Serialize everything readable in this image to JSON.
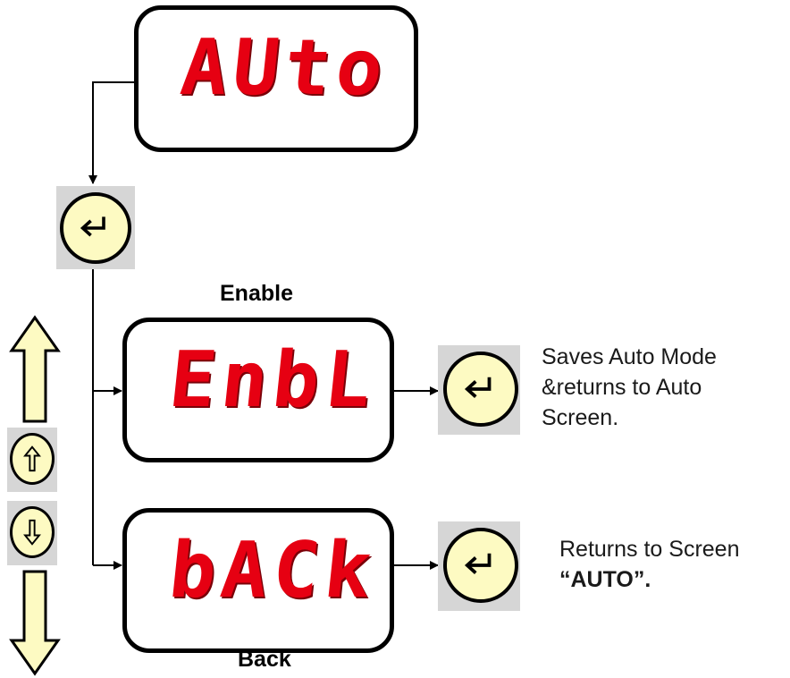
{
  "screens": {
    "auto": {
      "display": "AUto"
    },
    "enable": {
      "display": "EnbL",
      "caption": "Enable"
    },
    "back": {
      "display": "bACk",
      "caption": "Back"
    }
  },
  "descriptions": {
    "enable": [
      "Saves Auto Mode",
      "&returns to Auto",
      "Screen."
    ],
    "back": {
      "line1": "Returns to Screen",
      "line2": "“AUTO”."
    }
  },
  "icons": {
    "enter": "enter-key-icon",
    "up": "up-arrow-icon",
    "down": "down-arrow-icon"
  },
  "colors": {
    "display_red": "#e60012",
    "button_fill": "#fdfac2",
    "tile_gray": "#d6d6d6"
  }
}
